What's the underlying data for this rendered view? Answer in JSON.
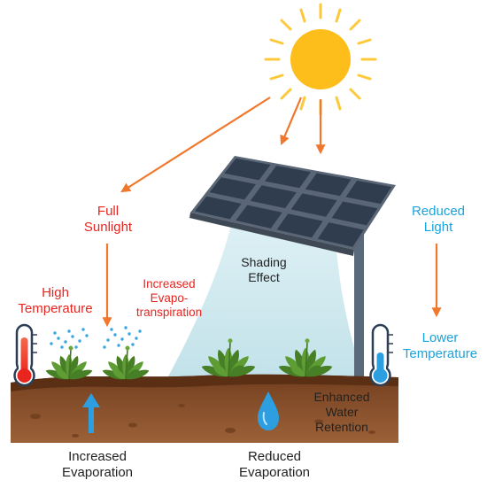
{
  "labels": {
    "full_sunlight": "Full\nSunlight",
    "high_temperature": "High\nTemperature",
    "increased_evapotranspiration": "Increased\nEvapo-\ntranspiration",
    "shading_effect": "Shading\nEffect",
    "reduced_light": "Reduced\nLight",
    "lower_temperature": "Lower\nTemperature",
    "enhanced_water_retention": "Enhanced\nWater\nRetention",
    "increased_evaporation": "Increased\nEvaporation",
    "reduced_evaporation": "Reduced\nEvaporation"
  },
  "colors": {
    "sun": "#fdbd1a",
    "sun_rays": "#fdc93a",
    "arrow_orange": "#f0772c",
    "text_red": "#e8251f",
    "text_blue": "#1aa3dc",
    "panel_frame": "#5a6675",
    "panel_cell": "#2f3d4f",
    "pole": "#5b6a7b",
    "shade_cone": "#cde7ee",
    "soil_top": "#6a3a1b",
    "soil_body": "#8a5431",
    "water_drop": "#2d9fe0",
    "up_arrow": "#2d9fe0",
    "plant": "#4f8b2c"
  },
  "icons": {
    "sun": "sun-icon",
    "solar_panel": "solar-panel-icon",
    "thermometer_hot": "thermometer-hot-icon",
    "thermometer_cold": "thermometer-cold-icon",
    "water_drop": "water-drop-icon",
    "up_arrow": "up-arrow-icon",
    "plant": "plant-icon",
    "vapor": "vapor-droplets-icon"
  }
}
